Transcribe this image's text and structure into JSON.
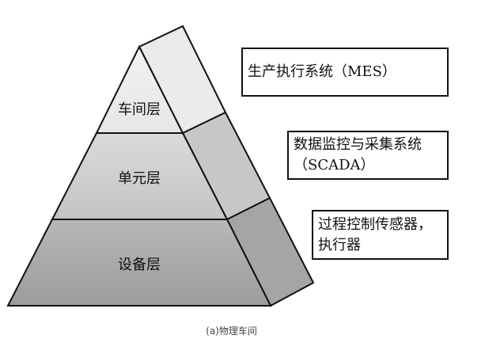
{
  "pyramid": {
    "layers": [
      {
        "label": "车间层",
        "color": "#ececec"
      },
      {
        "label": "单元层",
        "color": "#cdcdcd"
      },
      {
        "label": "设备层",
        "color": "#a9a9a9"
      }
    ]
  },
  "boxes": [
    {
      "lines": [
        "生产执行系统（MES）"
      ]
    },
    {
      "lines": [
        "数据监控与采集系统",
        "（SCADA）"
      ]
    },
    {
      "lines": [
        "过程控制传感器，",
        "执行器"
      ]
    }
  ],
  "caption": "(a)物理车间"
}
